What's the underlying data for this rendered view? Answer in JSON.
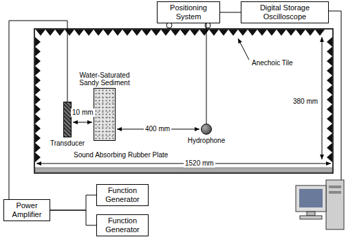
{
  "diagram": {
    "nodes": [
      {
        "text": [
          "Positioning System"
        ]
      },
      {
        "text": [
          "Digital Storage Oscilloscope"
        ]
      },
      {
        "text": [
          "Transducer"
        ]
      },
      {
        "text": [
          "Water-Saturated Sandy Sediment"
        ]
      },
      {
        "text": [
          "Hydrophone"
        ]
      },
      {
        "text": [
          "Power Amplifier"
        ]
      },
      {
        "text": [
          "Function Generator"
        ]
      },
      {
        "text": [
          "Function Generator"
        ]
      }
    ],
    "edges": [
      {
        "from": 0,
        "to": 1,
        "arrow": "none"
      },
      {
        "from": 0,
        "to": 4,
        "arrow": "none"
      },
      {
        "from": 5,
        "to": 2,
        "arrow": "none"
      },
      {
        "from": 6,
        "to": 5,
        "arrow": "none"
      },
      {
        "from": 7,
        "to": 5,
        "arrow": "none"
      }
    ],
    "labels": [
      "10 mm",
      "400 mm",
      "Anechoic Tile",
      "Sound Absorbing Rubber Plate",
      "380 mm",
      "1520 mm"
    ]
  }
}
